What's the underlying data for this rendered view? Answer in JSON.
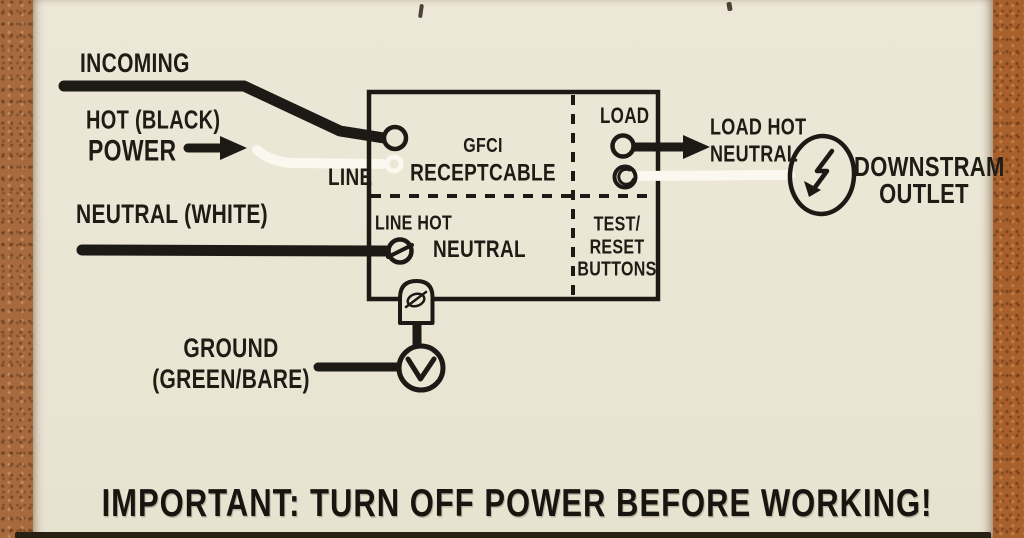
{
  "colors": {
    "paper": "#ebe5d4",
    "ink": "#1d1a15",
    "white_wire": "#faf8ef",
    "cork_left": "#a76a3e",
    "cork_right": "#a8602c"
  },
  "source": {
    "incoming": "INCOMING",
    "hot_label": "HOT (BLACK)",
    "power_label": "POWER",
    "neutral_label": "NEUTRAL (WHITE)",
    "ground_label_1": "GROUND",
    "ground_label_2": "(GREEN/BARE)"
  },
  "gfci_box": {
    "line_terminal": "LINE",
    "title_1": "GFCI",
    "title_2": "RECEPTCABLE",
    "line_hot": "LINE HOT",
    "neutral": "NEUTRAL",
    "load": "LOAD",
    "test_1": "TEST/",
    "test_2": "RESET",
    "test_3": "BUTTONS"
  },
  "downstream": {
    "load_hot": "LOAD HOT",
    "neutral": "NEUTRAL",
    "outlet_1": "DOWNSTRAM",
    "outlet_2": "OUTLET"
  },
  "footer": {
    "warning": "IMPORTANT: TURN OFF POWER BEFORE WORKING!"
  }
}
